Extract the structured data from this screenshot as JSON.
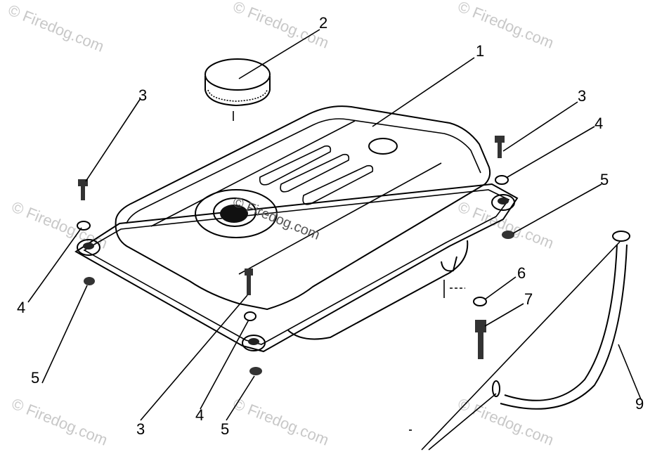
{
  "watermark": "© Firedog.com",
  "callouts": {
    "fuel_tank": "1",
    "fuel_cap": "2",
    "bolt_left": "3",
    "bolt_right": "3",
    "bolt_front": "3",
    "washer_left": "4",
    "washer_right": "4",
    "washer_front": "4",
    "nut_left": "5",
    "nut_right": "5",
    "nut_front": "5",
    "washer_small": "6",
    "bolt_bracket": "7",
    "fuel_hose": "9"
  }
}
